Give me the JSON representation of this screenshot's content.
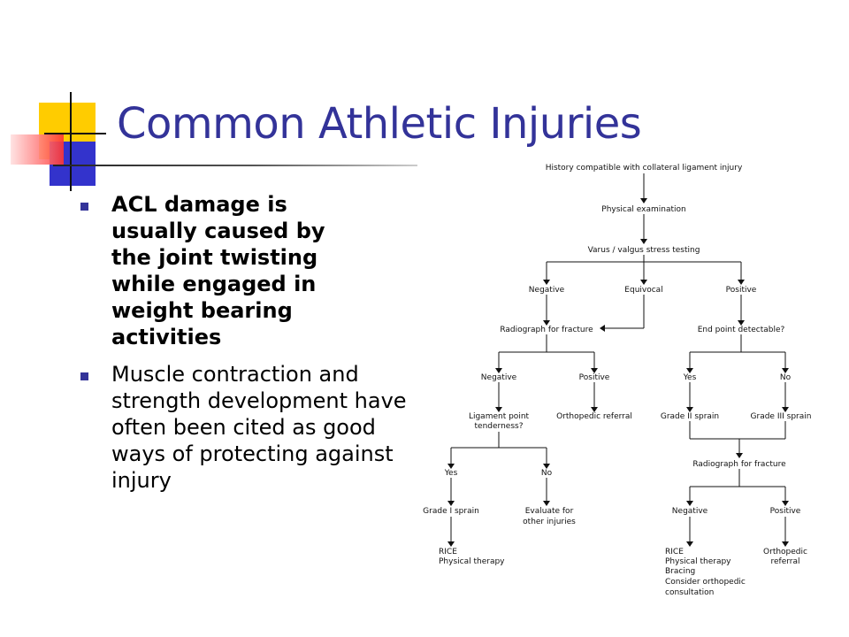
{
  "slide": {
    "title": "Common Athletic Injuries",
    "bullets": [
      {
        "text": "ACL damage is usually caused by the joint twisting while engaged in weight bearing activities",
        "bold": true
      },
      {
        "text": "Muscle contraction and strength development have often been cited as good ways of protecting against injury",
        "bold": false
      }
    ]
  },
  "colors": {
    "title": "#333399",
    "bullet": "#333399",
    "deco_yellow": "#ffcc00",
    "deco_blue": "#3333cc",
    "deco_red": "#ff3333"
  },
  "flowchart": {
    "nodes": {
      "history": "History compatible with collateral ligament injury",
      "exam": "Physical examination",
      "stress": "Varus / valgus stress testing",
      "negative": "Negative",
      "equivocal": "Equivocal",
      "positive": "Positive",
      "radiograph1": "Radiograph for fracture",
      "endpoint": "End point detectable?",
      "rad_negative": "Negative",
      "rad_positive": "Positive",
      "ep_yes": "Yes",
      "ep_no": "No",
      "ligament_1": "Ligament point",
      "ligament_2": "tenderness?",
      "ortho_referral": "Orthopedic referral",
      "grade2": "Grade II sprain",
      "grade3": "Grade III sprain",
      "lt_yes": "Yes",
      "lt_no": "No",
      "radiograph2": "Radiograph for fracture",
      "grade1": "Grade I sprain",
      "evaluate_1": "Evaluate for",
      "evaluate_2": "other injuries",
      "r2_negative": "Negative",
      "r2_positive": "Positive",
      "rice1_1": "RICE",
      "rice1_2": "Physical therapy",
      "rice2_1": "RICE",
      "rice2_2": "Physical therapy",
      "rice2_3": "Bracing",
      "rice2_4": "Consider orthopedic",
      "rice2_5": "consultation",
      "ortho2_1": "Orthopedic",
      "ortho2_2": "referral"
    }
  }
}
